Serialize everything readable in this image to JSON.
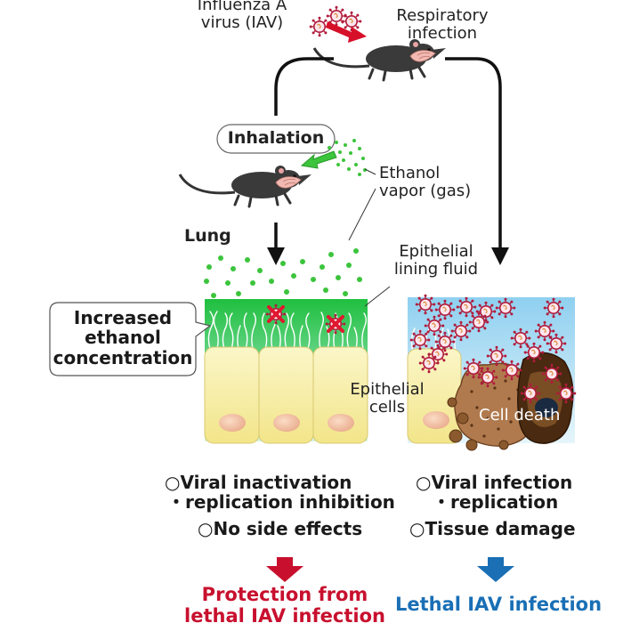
{
  "top": {
    "virus_label_line1": "Influenza A",
    "virus_label_line2": "virus (IAV)",
    "route_label_line1": "Respiratory",
    "route_label_line2": "infection"
  },
  "left_branch": {
    "inhalation_label": "Inhalation",
    "ethanol_label_line1": "Ethanol",
    "ethanol_label_line2": "vapor (gas)",
    "lung_label": "Lung",
    "callout_line1": "Increased",
    "callout_line2": "ethanol",
    "callout_line3": "concentration"
  },
  "middle": {
    "lining_fluid_line1": "Epithelial",
    "lining_fluid_line2": "lining fluid",
    "epithelial_cells_line1": "Epithelial",
    "epithelial_cells_line2": "cells",
    "cell_death_label": "Cell death"
  },
  "outcomes_left": {
    "line1": "○Viral inactivation",
    "line2": "・replication inhibition",
    "line3": "○No side effects",
    "result_line1": "Protection from",
    "result_line2": "lethal IAV infection"
  },
  "outcomes_right": {
    "line1": "○Viral infection",
    "line2": "・replication",
    "line3": "○Tissue damage",
    "result": "Lethal IAV infection"
  },
  "colors": {
    "protection_red": "#c8102e",
    "lethal_blue": "#1a6fb5",
    "ethanol_green": "#3cc43c",
    "virus_red": "#b01c3c",
    "cell_yellow": "#f6eea2",
    "fluid_blue": "#bfe3f5"
  }
}
